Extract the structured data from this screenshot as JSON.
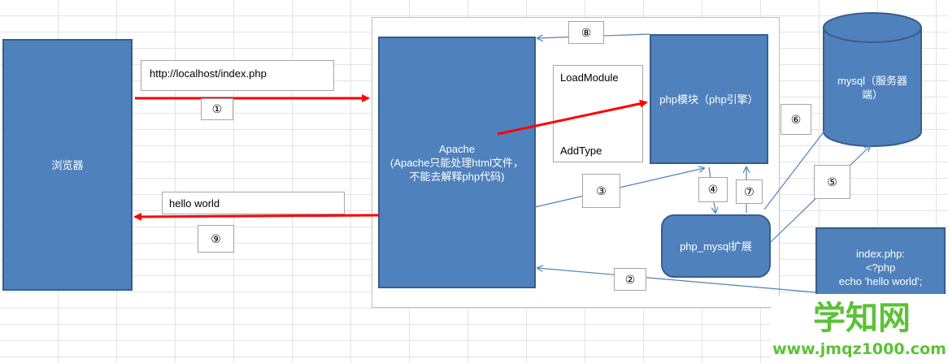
{
  "nodes": {
    "browser": "浏览器",
    "apache": [
      "Apache",
      "(Apache只能处理html文件，",
      "不能去解释php代码)"
    ],
    "php_module": "php模块（php引擎）",
    "php_mysql": "php_mysql扩展",
    "mysql": [
      "mysql（服务器",
      "端）"
    ],
    "loadmodule": "LoadModule",
    "addtype": "AddType",
    "index_php": [
      "index.php:",
      "<?php",
      "echo 'hello world';"
    ]
  },
  "labels": {
    "url": "http://localhost/index.php",
    "hello": "hello world"
  },
  "steps": [
    "①",
    "②",
    "③",
    "④",
    "⑤",
    "⑥",
    "⑦",
    "⑧",
    "⑨"
  ],
  "watermark": {
    "title": "学知网",
    "url": "www.jmqz1000.com"
  },
  "colors": {
    "node_fill": "#4f81bd",
    "node_border": "#385d8a",
    "red_arrow": "#ff0000",
    "blue_arrow": "#4f81bd",
    "watermark": "#5bc236"
  }
}
